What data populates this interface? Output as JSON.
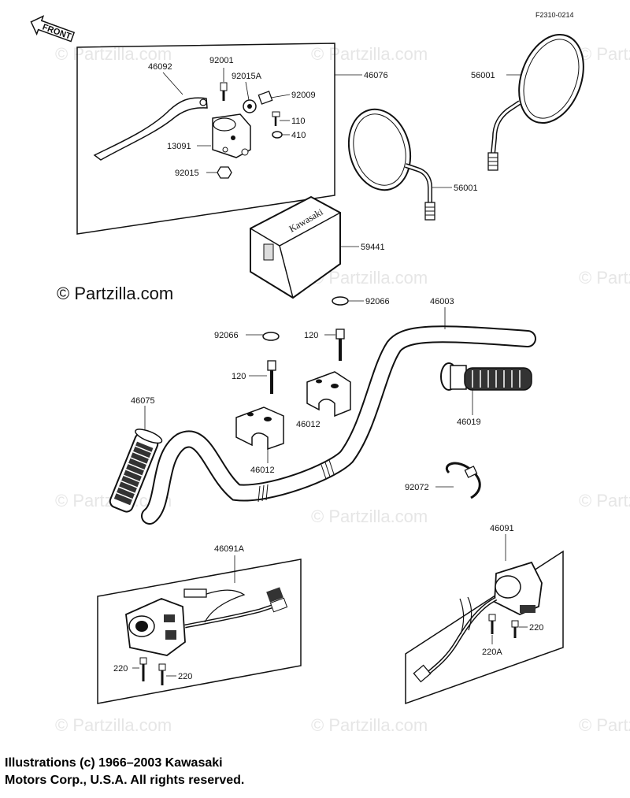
{
  "diagram_code": "F2310-0214",
  "front_label": "FRONT",
  "watermark": "© Partzilla.com",
  "main_watermark": "© Partzilla.com",
  "parts": {
    "p46092": "46092",
    "p92001": "92001",
    "p92015A": "92015A",
    "p92009": "92009",
    "p46076": "46076",
    "p110": "110",
    "p410": "410",
    "p13091": "13091",
    "p92015": "92015",
    "p56001_a": "56001",
    "p56001_b": "56001",
    "p59441": "59441",
    "p92066_a": "92066",
    "p46003": "46003",
    "p92066_b": "92066",
    "p120_a": "120",
    "p120_b": "120",
    "p46075": "46075",
    "p46012_a": "46012",
    "p46012_b": "46012",
    "p46019": "46019",
    "p92072": "92072",
    "p46091A": "46091A",
    "p46091": "46091",
    "p220_a": "220",
    "p220_b": "220",
    "p220_c": "220",
    "p220A": "220A"
  },
  "cover_brand": "Kawasaki",
  "copyright_line1": "Illustrations (c) 1966–2003 Kawasaki",
  "copyright_line2": "Motors Corp., U.S.A.  All rights reserved."
}
